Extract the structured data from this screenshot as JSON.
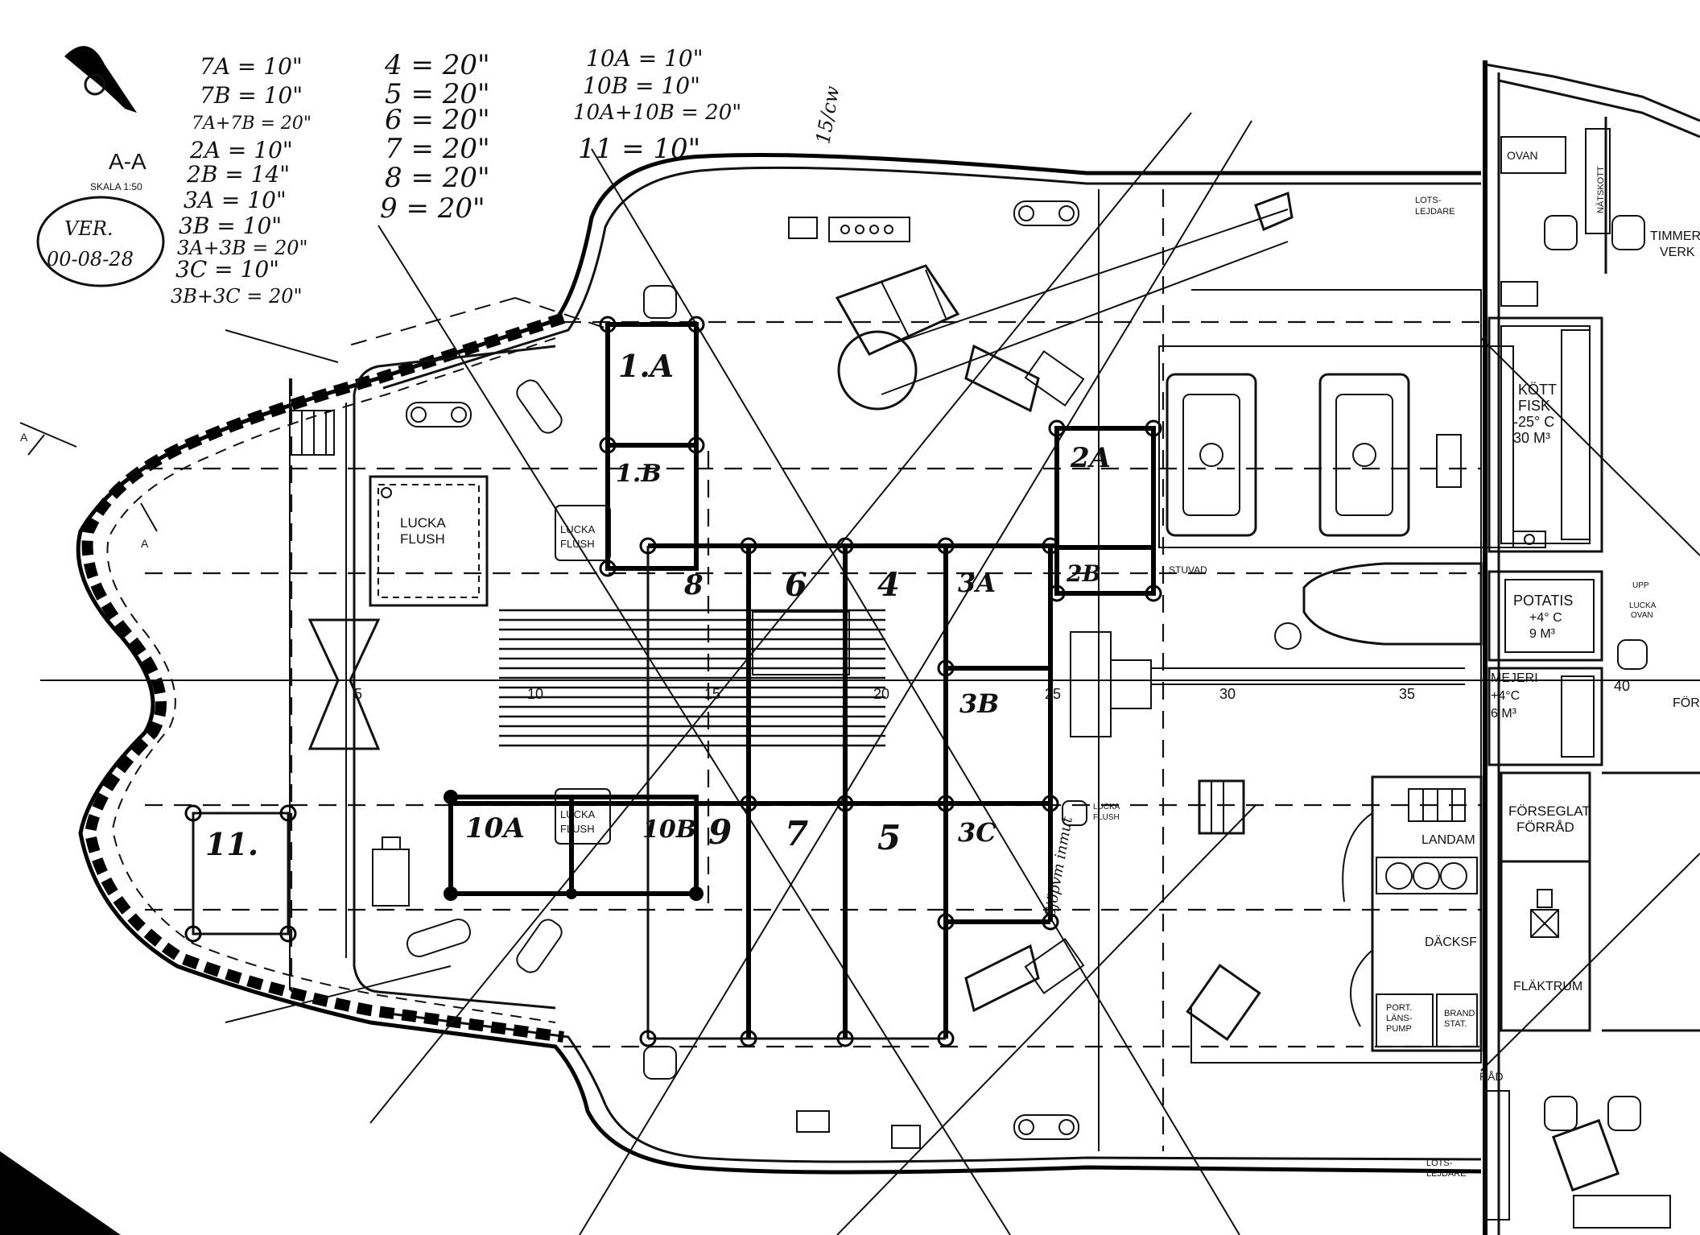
{
  "drawing": {
    "section_label": "A-A",
    "scale": "SKALA 1:50",
    "section_marker": "A",
    "revision": {
      "line1": "VER.",
      "line2": "00-08-28"
    },
    "side_note": "15/cw",
    "signature": "Sjöpvm inmut",
    "legend_columns": [
      [
        "7A = 10\"",
        "7B = 10\"",
        "7A+7B = 20\"",
        "2A = 10\"",
        "2B = 14\"",
        "3A = 10\"",
        "3B = 10\"",
        "3A+3B = 20\"",
        "3C = 10\"",
        "3B+3C = 20\""
      ],
      [
        "4 = 20\"",
        "5 = 20\"",
        "6 = 20\"",
        "7 = 20\"",
        "8 = 20\"",
        "9 = 20\""
      ],
      [
        "10A = 10\"",
        "10B = 10\"",
        "10A+10B = 20\"",
        "11 = 10\""
      ]
    ],
    "zones": {
      "z1a": "1.A",
      "z1b": "1.B",
      "z8": "8",
      "z6": "6",
      "z4": "4",
      "z3a": "3A",
      "z2a": "2A",
      "z2b": "2B",
      "z3b": "3B",
      "z3c": "3C",
      "z10a": "10A",
      "z10b": "10B",
      "z9": "9",
      "z7": "7",
      "z5": "5",
      "z11": "11."
    },
    "room_labels": {
      "lucka_flush_big": [
        "LUCKA",
        "FLUSH"
      ],
      "lucka_flush_small": [
        "LUCKA",
        "FLUSH"
      ],
      "lucka_flush_lower": [
        "LUCKA",
        "FLUSH"
      ],
      "lucka_flush_side": [
        "LUCKA",
        "FLUSH"
      ],
      "stuvad": "STUVAD",
      "lotslejdare_top": [
        "LOTS-",
        "LEJDARE"
      ],
      "lotslejdare_bottom": [
        "LOTS-",
        "LEJDARE"
      ],
      "ovan": "OVAN",
      "natskott": "NÄTSKOTT",
      "timmer": [
        "TIMMER",
        "VERK"
      ],
      "kott": [
        "KÖTT",
        "FISK",
        "-25° C",
        "30 M³"
      ],
      "potatis": [
        "POTATIS",
        "+4° C",
        "9 M³"
      ],
      "upp": "UPP",
      "lucka_ovan": [
        "LUCKA",
        "OVAN"
      ],
      "mejeri": [
        "MEJERI",
        "+4°C",
        "6 M³"
      ],
      "forseglat": [
        "FÖRSEGLAT",
        "FÖRRÅD"
      ],
      "landam": "LANDAM",
      "dacksf": "DÄCKSF",
      "flaktrum": "FLÄKTRUM",
      "port": [
        "PORT.",
        "LÄNS-",
        "PUMP"
      ],
      "brand": [
        "BRAND",
        "STAT."
      ],
      "forrad_frag": "RÅD",
      "for_frag": "FÖR"
    },
    "frame_numbers": [
      "5",
      "10",
      "15",
      "20",
      "25",
      "30",
      "35",
      "40"
    ],
    "colors": {
      "ink": "#111111",
      "paper": "#ffffff"
    }
  }
}
